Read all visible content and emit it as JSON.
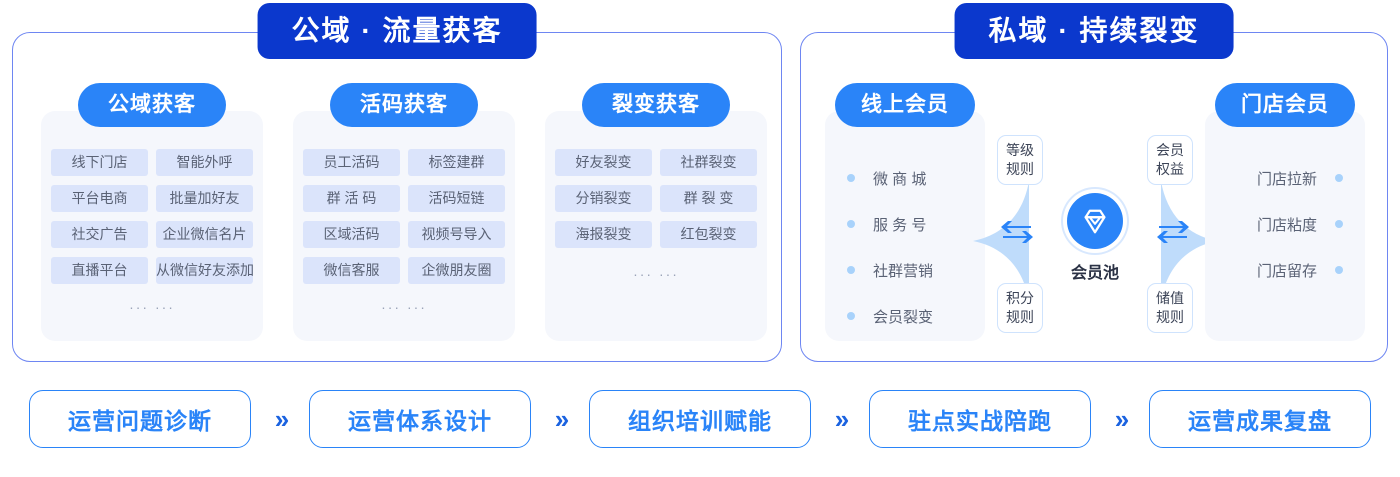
{
  "panels": [
    {
      "id": "public",
      "title": "公域 · 流量获客",
      "columns": [
        {
          "pill": "公域获客",
          "tags": [
            "线下门店",
            "智能外呼",
            "平台电商",
            "批量加好友",
            "社交广告",
            "企业微信名片",
            "直播平台",
            "从微信好友添加"
          ],
          "ellipsis": "··· ···"
        },
        {
          "pill": "活码获客",
          "tags": [
            "员工活码",
            "标签建群",
            "群 活 码",
            "活码短链",
            "区域活码",
            "视频号导入",
            "微信客服",
            "企微朋友圈"
          ],
          "ellipsis": "··· ···"
        },
        {
          "pill": "裂变获客",
          "tags": [
            "好友裂变",
            "社群裂变",
            "分销裂变",
            "群 裂 变",
            "海报裂变",
            "红包裂变"
          ],
          "ellipsis": "··· ···"
        }
      ]
    },
    {
      "id": "private",
      "title": "私域 · 持续裂变",
      "online": {
        "pill": "线上会员",
        "items": [
          "微 商 城",
          "服 务 号",
          "社群营销",
          "会员裂变"
        ]
      },
      "store": {
        "pill": "门店会员",
        "items": [
          "门店拉新",
          "门店粘度",
          "门店留存"
        ]
      },
      "center": {
        "pool_label": "会员池",
        "pool_icon": "diamond-gem-icon",
        "rules": {
          "level": "等级\n规则",
          "level_line1": "等级",
          "level_line2": "规则",
          "rights_line1": "会员",
          "rights_line2": "权益",
          "points_line1": "积分",
          "points_line2": "规则",
          "stored_line1": "储值",
          "stored_line2": "规则"
        },
        "arrow_left_icon": "exchange-arrows-icon",
        "arrow_right_icon": "exchange-arrows-icon"
      }
    }
  ],
  "steps": {
    "arrow": "»",
    "arrow_icon": "double-chevron-right-icon",
    "items": [
      "运营问题诊断",
      "运营体系设计",
      "组织培训赋能",
      "驻点实战陪跑",
      "运营成果复盘"
    ]
  },
  "colors": {
    "deep_blue": "#0b38cd",
    "bright_blue": "#2a84f8",
    "tag_bg": "#dbe4fb",
    "card_bg": "#f5f7fc",
    "panel_border": "#6e86f2",
    "leaf": "#bfdcfb"
  }
}
